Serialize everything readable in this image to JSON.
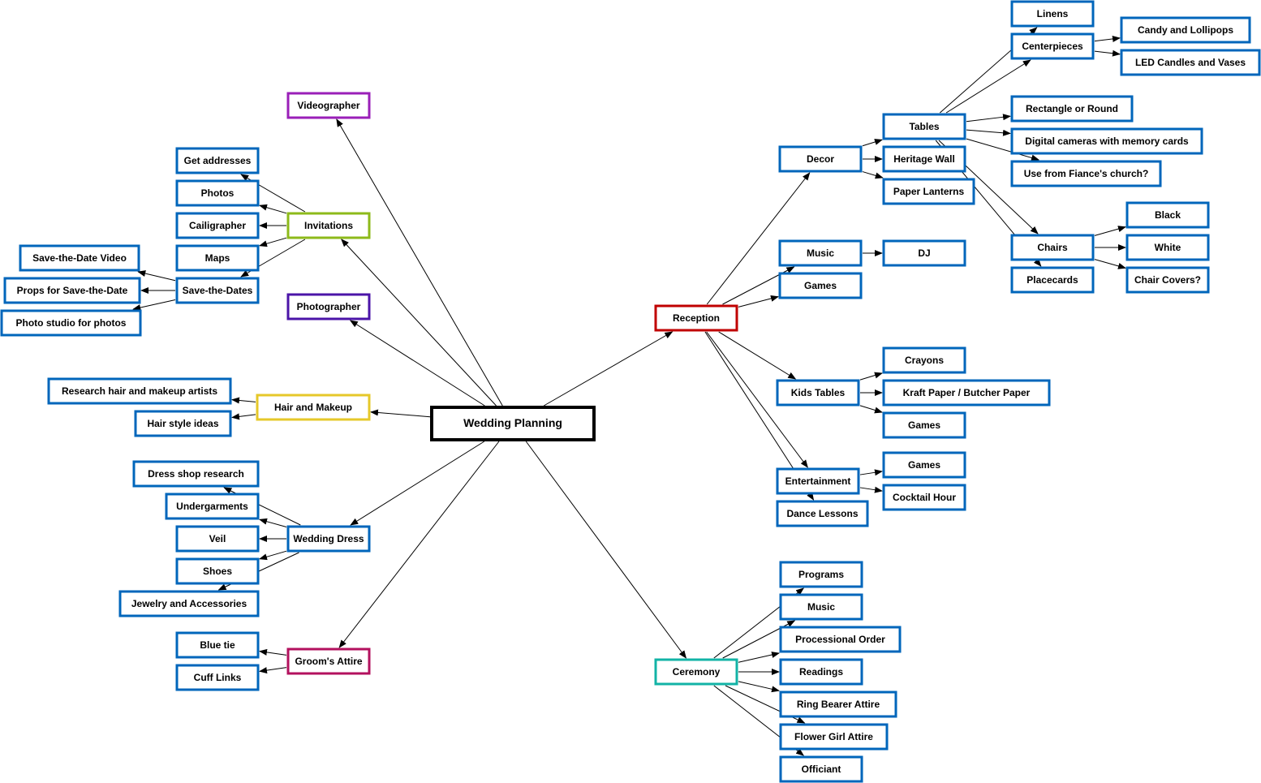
{
  "colors": {
    "leaf": "#0066bb",
    "root": "#000000",
    "videographer": "#9a1fb8",
    "photographer": "#4b14a8",
    "invitations": "#8dba1a",
    "hair_makeup": "#e6c82a",
    "wedding_dress": "#0066bb",
    "grooms_attire": "#b3115e",
    "reception": "#c00000",
    "ceremony": "#12b3a6",
    "edge": "#000000"
  },
  "nodes": [
    {
      "id": "root",
      "label": "Wedding Planning",
      "color": "root"
    },
    {
      "id": "videographer",
      "label": "Videographer",
      "color": "videographer"
    },
    {
      "id": "photographer",
      "label": "Photographer",
      "color": "photographer"
    },
    {
      "id": "invitations",
      "label": "Invitations",
      "color": "invitations"
    },
    {
      "id": "hair_makeup",
      "label": "Hair and Makeup",
      "color": "hair_makeup"
    },
    {
      "id": "wedding_dress",
      "label": "Wedding Dress",
      "color": "wedding_dress"
    },
    {
      "id": "grooms_attire",
      "label": "Groom's Attire",
      "color": "grooms_attire"
    },
    {
      "id": "reception",
      "label": "Reception",
      "color": "reception"
    },
    {
      "id": "ceremony",
      "label": "Ceremony",
      "color": "ceremony"
    },
    {
      "id": "get_addresses",
      "label": "Get addresses",
      "color": "leaf"
    },
    {
      "id": "photos",
      "label": "Photos",
      "color": "leaf"
    },
    {
      "id": "calligrapher",
      "label": "Cailigrapher",
      "color": "leaf"
    },
    {
      "id": "maps",
      "label": "Maps",
      "color": "leaf"
    },
    {
      "id": "save_the_dates",
      "label": "Save-the-Dates",
      "color": "leaf"
    },
    {
      "id": "std_video",
      "label": "Save-the-Date Video",
      "color": "leaf"
    },
    {
      "id": "std_props",
      "label": "Props for Save-the-Date",
      "color": "leaf"
    },
    {
      "id": "photo_studio",
      "label": "Photo studio for photos",
      "color": "leaf"
    },
    {
      "id": "research_hair",
      "label": "Research hair and makeup artists",
      "color": "leaf"
    },
    {
      "id": "hair_style",
      "label": "Hair style ideas",
      "color": "leaf"
    },
    {
      "id": "dress_shop",
      "label": "Dress shop research",
      "color": "leaf"
    },
    {
      "id": "undergarments",
      "label": "Undergarments",
      "color": "leaf"
    },
    {
      "id": "veil",
      "label": "Veil",
      "color": "leaf"
    },
    {
      "id": "shoes",
      "label": "Shoes",
      "color": "leaf"
    },
    {
      "id": "jewelry",
      "label": "Jewelry and Accessories",
      "color": "leaf"
    },
    {
      "id": "blue_tie",
      "label": "Blue tie",
      "color": "leaf"
    },
    {
      "id": "cuff_links",
      "label": "Cuff Links",
      "color": "leaf"
    },
    {
      "id": "decor",
      "label": "Decor",
      "color": "leaf"
    },
    {
      "id": "music_r",
      "label": "Music",
      "color": "leaf"
    },
    {
      "id": "games_r",
      "label": "Games",
      "color": "leaf"
    },
    {
      "id": "dj",
      "label": "DJ",
      "color": "leaf"
    },
    {
      "id": "kids_tables",
      "label": "Kids Tables",
      "color": "leaf"
    },
    {
      "id": "crayons",
      "label": "Crayons",
      "color": "leaf"
    },
    {
      "id": "kraft_paper",
      "label": "Kraft Paper / Butcher Paper",
      "color": "leaf"
    },
    {
      "id": "games_kids",
      "label": "Games",
      "color": "leaf"
    },
    {
      "id": "entertainment",
      "label": "Entertainment",
      "color": "leaf"
    },
    {
      "id": "dance_lessons",
      "label": "Dance Lessons",
      "color": "leaf"
    },
    {
      "id": "games_ent",
      "label": "Games",
      "color": "leaf"
    },
    {
      "id": "cocktail_hour",
      "label": "Cocktail Hour",
      "color": "leaf"
    },
    {
      "id": "tables",
      "label": "Tables",
      "color": "leaf"
    },
    {
      "id": "heritage_wall",
      "label": "Heritage Wall",
      "color": "leaf"
    },
    {
      "id": "paper_lanterns",
      "label": "Paper Lanterns",
      "color": "leaf"
    },
    {
      "id": "linens",
      "label": "Linens",
      "color": "leaf"
    },
    {
      "id": "centerpieces",
      "label": "Centerpieces",
      "color": "leaf"
    },
    {
      "id": "candy",
      "label": "Candy and Lollipops",
      "color": "leaf"
    },
    {
      "id": "led_candles",
      "label": "LED Candles and Vases",
      "color": "leaf"
    },
    {
      "id": "rect_round",
      "label": "Rectangle or Round",
      "color": "leaf"
    },
    {
      "id": "digital_cameras",
      "label": "Digital cameras with memory cards",
      "color": "leaf"
    },
    {
      "id": "fiance_church",
      "label": "Use from Fiance's church?",
      "color": "leaf"
    },
    {
      "id": "chairs",
      "label": "Chairs",
      "color": "leaf"
    },
    {
      "id": "placecards",
      "label": "Placecards",
      "color": "leaf"
    },
    {
      "id": "black",
      "label": "Black",
      "color": "leaf"
    },
    {
      "id": "white",
      "label": "White",
      "color": "leaf"
    },
    {
      "id": "chair_covers",
      "label": "Chair Covers?",
      "color": "leaf"
    },
    {
      "id": "programs",
      "label": "Programs",
      "color": "leaf"
    },
    {
      "id": "music_c",
      "label": "Music",
      "color": "leaf"
    },
    {
      "id": "processional",
      "label": "Processional Order",
      "color": "leaf"
    },
    {
      "id": "readings",
      "label": "Readings",
      "color": "leaf"
    },
    {
      "id": "ring_bearer",
      "label": "Ring Bearer Attire",
      "color": "leaf"
    },
    {
      "id": "flower_girl",
      "label": "Flower Girl Attire",
      "color": "leaf"
    },
    {
      "id": "officiant",
      "label": "Officiant",
      "color": "leaf"
    }
  ],
  "edges": [
    [
      "root",
      "videographer"
    ],
    [
      "root",
      "photographer"
    ],
    [
      "root",
      "invitations"
    ],
    [
      "root",
      "hair_makeup"
    ],
    [
      "root",
      "wedding_dress"
    ],
    [
      "root",
      "grooms_attire"
    ],
    [
      "root",
      "reception"
    ],
    [
      "root",
      "ceremony"
    ],
    [
      "invitations",
      "get_addresses"
    ],
    [
      "invitations",
      "photos"
    ],
    [
      "invitations",
      "calligrapher"
    ],
    [
      "invitations",
      "maps"
    ],
    [
      "invitations",
      "save_the_dates"
    ],
    [
      "save_the_dates",
      "std_video"
    ],
    [
      "save_the_dates",
      "std_props"
    ],
    [
      "save_the_dates",
      "photo_studio"
    ],
    [
      "hair_makeup",
      "research_hair"
    ],
    [
      "hair_makeup",
      "hair_style"
    ],
    [
      "wedding_dress",
      "dress_shop"
    ],
    [
      "wedding_dress",
      "undergarments"
    ],
    [
      "wedding_dress",
      "veil"
    ],
    [
      "wedding_dress",
      "shoes"
    ],
    [
      "wedding_dress",
      "jewelry"
    ],
    [
      "grooms_attire",
      "blue_tie"
    ],
    [
      "grooms_attire",
      "cuff_links"
    ],
    [
      "reception",
      "decor"
    ],
    [
      "reception",
      "music_r"
    ],
    [
      "reception",
      "games_r"
    ],
    [
      "reception",
      "kids_tables"
    ],
    [
      "reception",
      "entertainment"
    ],
    [
      "reception",
      "dance_lessons"
    ],
    [
      "music_r",
      "dj"
    ],
    [
      "kids_tables",
      "crayons"
    ],
    [
      "kids_tables",
      "kraft_paper"
    ],
    [
      "kids_tables",
      "games_kids"
    ],
    [
      "entertainment",
      "games_ent"
    ],
    [
      "entertainment",
      "cocktail_hour"
    ],
    [
      "decor",
      "tables"
    ],
    [
      "decor",
      "heritage_wall"
    ],
    [
      "decor",
      "paper_lanterns"
    ],
    [
      "tables",
      "linens"
    ],
    [
      "tables",
      "centerpieces"
    ],
    [
      "tables",
      "rect_round"
    ],
    [
      "tables",
      "digital_cameras"
    ],
    [
      "tables",
      "fiance_church"
    ],
    [
      "tables",
      "chairs"
    ],
    [
      "tables",
      "placecards"
    ],
    [
      "centerpieces",
      "candy"
    ],
    [
      "centerpieces",
      "led_candles"
    ],
    [
      "chairs",
      "black"
    ],
    [
      "chairs",
      "white"
    ],
    [
      "chairs",
      "chair_covers"
    ],
    [
      "ceremony",
      "programs"
    ],
    [
      "ceremony",
      "music_c"
    ],
    [
      "ceremony",
      "processional"
    ],
    [
      "ceremony",
      "readings"
    ],
    [
      "ceremony",
      "ring_bearer"
    ],
    [
      "ceremony",
      "flower_girl"
    ],
    [
      "ceremony",
      "officiant"
    ]
  ]
}
